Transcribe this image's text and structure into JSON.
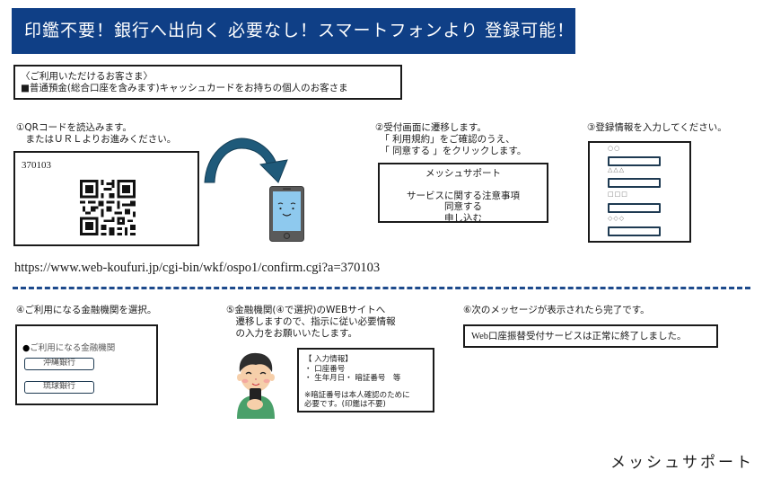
{
  "banner": {
    "title": "印鑑不要！銀行へ出向く 必要なし！スマートフォンより 登録可能！",
    "background_color": "#0f3f86"
  },
  "eligibility": {
    "heading": "〈ご利用いただけるお客さま〉",
    "description": "■普通預金(総合口座を含みます)キャッシュカードをお持ちの個人のお客さま"
  },
  "steps": {
    "step1": {
      "title": "①QRコードを読込みます。\n　またはＵＲＬよりお進みください。",
      "qr_code_number": "370103",
      "qr_icon": "qr-code-icon",
      "arrow_icon": "curved-arrow-icon",
      "phone_icon": "smartphone-icon",
      "url": "https://www.web-koufuri.jp/cgi-bin/wkf/ospo1/confirm.cgi?a=370103"
    },
    "step2": {
      "title": "②受付画面に遷移します。\n　「 利用規約」をご確認のうえ、\n　「 同意する 」をクリックします。",
      "screen_title": "メッシュサポート",
      "terms_link": "サービスに関する注意事項",
      "agree_button": "同意する",
      "apply_button": "申し込む"
    },
    "step3": {
      "title": "③登録情報を入力してください。",
      "fields": [
        {
          "label": "○○"
        },
        {
          "label": "△△△"
        },
        {
          "label": "□□□"
        },
        {
          "label": "◇◇◇"
        }
      ]
    },
    "step4": {
      "title": "④ご利用になる金融機関を選択。",
      "panel_label": "ご利用になる金融機関",
      "banks": [
        "沖縄銀行",
        "琉球銀行"
      ]
    },
    "step5": {
      "title": "⑤金融機関(④で選択)のWEBサイトへ\n　遷移しますので、指示に従い必要情報\n　の入力をお願いいたします。",
      "person_icon": "person-with-phone-icon",
      "info_heading": "【 入力情報】",
      "info_items": [
        "・ 口座番号",
        "・ 生年月日・ 暗証番号　等"
      ],
      "note_line1": "※暗証番号は本人確認のために",
      "note_line2": "必要です。(印鑑は不要)"
    },
    "step6": {
      "title": "⑥次のメッセージが表示されたら完了です。",
      "message_prefix": "Web",
      "message_rest": "口座振替受付サービスは正常に終了しました。"
    }
  },
  "footer": {
    "company": "メッシュサポート"
  },
  "colors": {
    "navy": "#0f3f86",
    "divider": "#1d4a8c",
    "arrow": "#1f5a7a",
    "phone_screen": "#8ec9ee"
  }
}
